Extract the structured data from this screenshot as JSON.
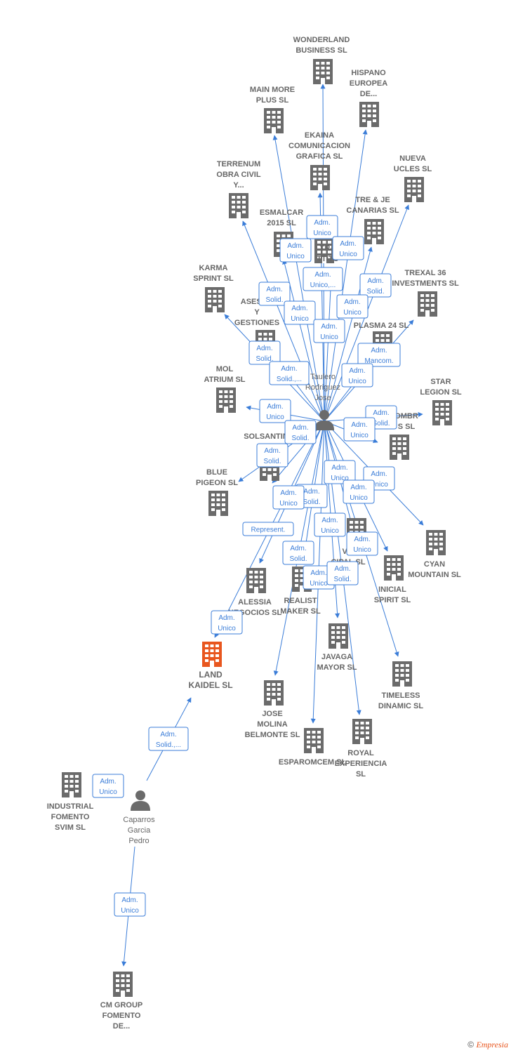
{
  "colors": {
    "edge": "#3b7dd8",
    "badge_border": "#3b7dd8",
    "badge_text": "#3b7dd8",
    "node_label": "#666666",
    "building": "#6b6b6b",
    "highlight": "#e8561e",
    "person": "#6b6b6b"
  },
  "graph": {
    "nodes": [
      {
        "id": "wonderland",
        "type": "company",
        "lines": [
          "WONDERLAND",
          "BUSINESS  SL"
        ]
      },
      {
        "id": "hispano",
        "type": "company",
        "lines": [
          "HISPANO",
          "EUROPEA",
          "DE..."
        ]
      },
      {
        "id": "mainmore",
        "type": "company",
        "lines": [
          "MAIN MORE",
          "PLUS  SL"
        ]
      },
      {
        "id": "ekaina",
        "type": "company",
        "lines": [
          "EKAINA",
          "COMUNICACION",
          "GRAFICA  SL"
        ]
      },
      {
        "id": "nueva",
        "type": "company",
        "lines": [
          "NUEVA",
          "UCLES  SL"
        ]
      },
      {
        "id": "terrenum",
        "type": "company",
        "lines": [
          "TERRENUM",
          "OBRA CIVIL",
          "Y..."
        ]
      },
      {
        "id": "treje",
        "type": "company",
        "lines": [
          "TRE & JE",
          "CANARIAS  SL"
        ]
      },
      {
        "id": "esmalcar",
        "type": "company",
        "lines": [
          "ESMALCAR",
          "2015  SL"
        ]
      },
      {
        "id": "tratt",
        "type": "company",
        "lines": [
          "TRA",
          "TTITU"
        ]
      },
      {
        "id": "karma",
        "type": "company",
        "lines": [
          "KARMA",
          "SPRINT  SL"
        ]
      },
      {
        "id": "trexal",
        "type": "company",
        "lines": [
          "TREXAL 36",
          "INVESTMENTS SL"
        ]
      },
      {
        "id": "asesor",
        "type": "company",
        "lines": [
          "ASESOR",
          "Y",
          "GESTIONES"
        ]
      },
      {
        "id": "plasma",
        "type": "company",
        "lines": [
          "PLASMA 24 SL"
        ]
      },
      {
        "id": "mol",
        "type": "company",
        "lines": [
          "MOL",
          "ATRIUM  SL"
        ]
      },
      {
        "id": "star",
        "type": "company",
        "lines": [
          "STAR",
          "LEGION  SL"
        ]
      },
      {
        "id": "omb",
        "type": "company",
        "lines": [
          "OMBR",
          "S  SL"
        ]
      },
      {
        "id": "solsantin",
        "type": "company",
        "lines": [
          "SOLSANTIN",
          "SL"
        ]
      },
      {
        "id": "blue",
        "type": "company",
        "lines": [
          "BLUE",
          "PIGEON  SL"
        ]
      },
      {
        "id": "cyan",
        "type": "company",
        "lines": [
          "CYAN",
          "MOUNTAIN  SL"
        ]
      },
      {
        "id": "vil",
        "type": "company",
        "lines": [
          "VIL",
          "CIPAL  SL"
        ]
      },
      {
        "id": "alessia",
        "type": "company",
        "lines": [
          "ALESSIA",
          "NEGOCIOS  SL"
        ]
      },
      {
        "id": "realist",
        "type": "company",
        "lines": [
          "REALIST",
          "MAKER  SL"
        ]
      },
      {
        "id": "inicial",
        "type": "company",
        "lines": [
          "INICIAL",
          "SPIRIT  SL"
        ]
      },
      {
        "id": "land",
        "type": "company",
        "highlight": true,
        "lines": [
          "LAND",
          "KAIDEL  SL"
        ]
      },
      {
        "id": "javaga",
        "type": "company",
        "lines": [
          "JAVAGA",
          "MAYOR  SL"
        ]
      },
      {
        "id": "timeless",
        "type": "company",
        "lines": [
          "TIMELESS",
          "DINAMIC  SL"
        ]
      },
      {
        "id": "josemolina",
        "type": "company",
        "lines": [
          "JOSE",
          "MOLINA",
          "BELMONTE  SL"
        ]
      },
      {
        "id": "royal",
        "type": "company",
        "lines": [
          "ROYAL",
          "EXPERIENCIA",
          "SL"
        ]
      },
      {
        "id": "esparom",
        "type": "company",
        "lines": [
          "ESPAROMCEM SL"
        ]
      },
      {
        "id": "industrial",
        "type": "company",
        "lines": [
          "INDUSTRIAL",
          "FOMENTO",
          "SVIM SL"
        ]
      },
      {
        "id": "cmgroup",
        "type": "company",
        "lines": [
          "CM GROUP",
          "FOMENTO",
          "DE..."
        ]
      },
      {
        "id": "taulero",
        "type": "person",
        "lines": [
          "Taulero",
          "Rodriguez",
          "Jose"
        ]
      },
      {
        "id": "caparros",
        "type": "person",
        "lines": [
          "Caparros",
          "Garcia",
          "Pedro"
        ]
      }
    ],
    "edges": [
      {
        "from": "taulero",
        "to": "wonderland"
      },
      {
        "from": "taulero",
        "to": "hispano"
      },
      {
        "from": "taulero",
        "to": "mainmore"
      },
      {
        "from": "taulero",
        "to": "ekaina"
      },
      {
        "from": "taulero",
        "to": "nueva"
      },
      {
        "from": "taulero",
        "to": "terrenum"
      },
      {
        "from": "taulero",
        "to": "treje"
      },
      {
        "from": "taulero",
        "to": "esmalcar"
      },
      {
        "from": "taulero",
        "to": "tratt"
      },
      {
        "from": "taulero",
        "to": "karma"
      },
      {
        "from": "taulero",
        "to": "trexal"
      },
      {
        "from": "taulero",
        "to": "asesor"
      },
      {
        "from": "taulero",
        "to": "plasma"
      },
      {
        "from": "taulero",
        "to": "mol"
      },
      {
        "from": "taulero",
        "to": "star"
      },
      {
        "from": "taulero",
        "to": "omb"
      },
      {
        "from": "taulero",
        "to": "solsantin"
      },
      {
        "from": "taulero",
        "to": "blue"
      },
      {
        "from": "taulero",
        "to": "cyan"
      },
      {
        "from": "taulero",
        "to": "vil"
      },
      {
        "from": "taulero",
        "to": "alessia"
      },
      {
        "from": "taulero",
        "to": "realist"
      },
      {
        "from": "taulero",
        "to": "inicial"
      },
      {
        "from": "taulero",
        "to": "land"
      },
      {
        "from": "taulero",
        "to": "javaga"
      },
      {
        "from": "taulero",
        "to": "timeless"
      },
      {
        "from": "taulero",
        "to": "josemolina"
      },
      {
        "from": "taulero",
        "to": "royal"
      },
      {
        "from": "taulero",
        "to": "esparom"
      },
      {
        "from": "caparros",
        "to": "land"
      },
      {
        "from": "caparros",
        "to": "industrial"
      },
      {
        "from": "caparros",
        "to": "cmgroup"
      }
    ],
    "badges": [
      {
        "lines": [
          "Adm.",
          "Unico"
        ]
      },
      {
        "lines": [
          "Adm.",
          "Unico"
        ]
      },
      {
        "lines": [
          "Adm.",
          "Unico"
        ]
      },
      {
        "lines": [
          "Adm.",
          "Unico,..."
        ]
      },
      {
        "lines": [
          "Adm.",
          "Solid."
        ]
      },
      {
        "lines": [
          "Adm.",
          "Solid."
        ]
      },
      {
        "lines": [
          "Adm.",
          "Unico"
        ]
      },
      {
        "lines": [
          "Adm.",
          "Unico"
        ]
      },
      {
        "lines": [
          "Adm.",
          "Unico"
        ]
      },
      {
        "lines": [
          "Adm.",
          "Solid."
        ]
      },
      {
        "lines": [
          "Adm.",
          "Mancom."
        ]
      },
      {
        "lines": [
          "Adm.",
          "Solid.,..."
        ]
      },
      {
        "lines": [
          "Adm.",
          "Unico"
        ]
      },
      {
        "lines": [
          "Adm.",
          "Unico"
        ]
      },
      {
        "lines": [
          "Adm.",
          "Solid."
        ]
      },
      {
        "lines": [
          "Adm.",
          "Solid."
        ]
      },
      {
        "lines": [
          "Adm.",
          "Unico"
        ]
      },
      {
        "lines": [
          "Adm.",
          "Solid."
        ]
      },
      {
        "lines": [
          "Adm.",
          "Unico"
        ]
      },
      {
        "lines": [
          "Adm.",
          "Unico"
        ]
      },
      {
        "lines": [
          "Adm.",
          "Solid."
        ]
      },
      {
        "lines": [
          "Adm.",
          "Unico"
        ]
      },
      {
        "lines": [
          "Adm.",
          "Unico"
        ]
      },
      {
        "lines": [
          "Adm.",
          "Unico"
        ]
      },
      {
        "lines": [
          "Adm.",
          "Solid."
        ]
      },
      {
        "lines": [
          "Adm.",
          "Unico"
        ]
      },
      {
        "lines": [
          "Adm.",
          "Unico"
        ]
      },
      {
        "lines": [
          "Adm.",
          "Solid."
        ]
      },
      {
        "lines": [
          "Represent."
        ]
      },
      {
        "lines": [
          "Adm.",
          "Unico"
        ]
      },
      {
        "lines": [
          "Adm.",
          "Solid.,..."
        ]
      },
      {
        "lines": [
          "Adm.",
          "Unico"
        ]
      },
      {
        "lines": [
          "Adm.",
          "Unico"
        ]
      }
    ]
  },
  "footer": {
    "copyright": "©",
    "brand": "Empresia"
  }
}
